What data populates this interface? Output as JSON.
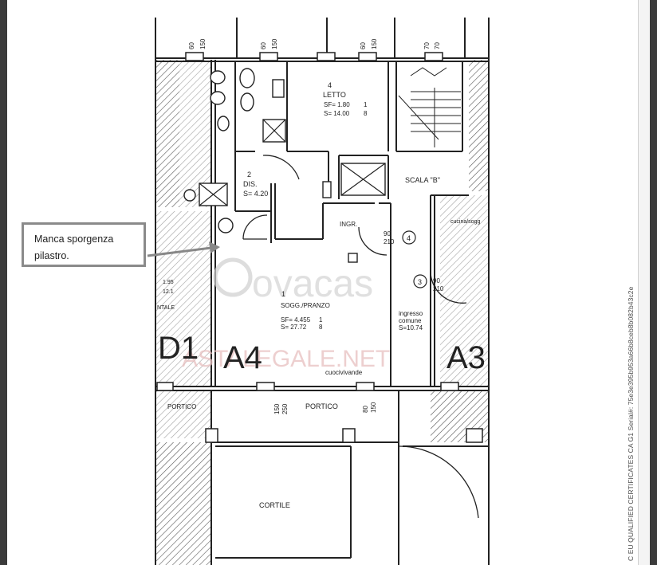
{
  "annotation": {
    "line1": "Manca sporgenza",
    "line2": "pilastro."
  },
  "side_text": "C EU QUALIFIED CERTIFICATES CA G1 Serial#: 75e3e395b953a66b8ceb8b082b43c2e",
  "watermarks": {
    "immovaca": "ovacas",
    "asta": "ASTALEGALE.NET"
  },
  "units": {
    "a4": "A4",
    "a3": "A3",
    "d1": "D1"
  },
  "rooms": {
    "letto": {
      "num": "4",
      "name": "LETTO",
      "sf": "SF= 1.80",
      "s": "S= 14.00",
      "tail1": "1",
      "tail2": "8"
    },
    "dis": {
      "num": "2",
      "name": "DIS.",
      "s": "S= 4.20"
    },
    "scala": "SCALA \"B\"",
    "ingr": "INGR.",
    "sogg": {
      "num": "1",
      "name": "SOGG./PRANZO",
      "sf": "SF= 4.455",
      "s": "S= 27.72",
      "tail1": "1",
      "tail2": "8"
    },
    "ingresso": {
      "l1": "ingresso",
      "l2": "comune",
      "l3": "S=10.74"
    },
    "cuoci": "cuocivivande",
    "portico": "PORTICO",
    "portico_left": "PORTICO",
    "cortile": "CORTILE",
    "cucina_right": "cucina/sogg",
    "ntale": "NTALE"
  },
  "dims": {
    "a": "60",
    "b": "150",
    "c": "60",
    "d": "150",
    "e": "60",
    "f": "150",
    "g": "70",
    "h": "70",
    "door_90": "90",
    "door_210": "210",
    "door2_90": "90",
    "door2_210": "210",
    "p1": "150",
    "p2": "250",
    "p3": "80",
    "p4": "150",
    "left1": "1.95",
    "left2": "12.1"
  },
  "markers": {
    "m4": "4",
    "m3": "3"
  }
}
